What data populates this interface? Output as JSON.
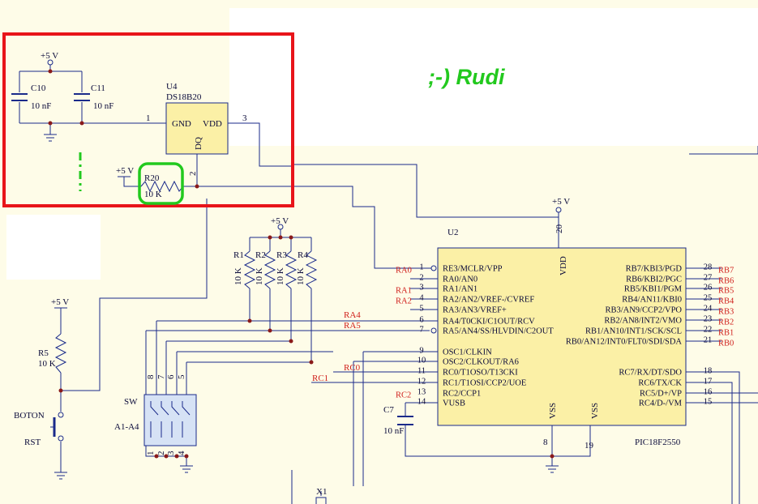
{
  "annotation": {
    "text": ";-) Rudi",
    "color": "#22c91e",
    "highlight_color": "#e8141a",
    "resistor_highlight_color": "#22c91e"
  },
  "colors": {
    "wire": "#1a2a8a",
    "net_label": "#d0201c",
    "chip_fill": "#fbf0a6",
    "background": "#fefce8"
  },
  "power": {
    "vcc_label": "+5 V"
  },
  "sensor": {
    "ref": "U4",
    "part": "DS18B20",
    "pins": {
      "gnd": "GND",
      "vdd": "VDD",
      "dq": "DQ",
      "pin1": "1",
      "pin2": "2",
      "pin3": "3"
    }
  },
  "capacitors": [
    {
      "ref": "C10",
      "value": "10 nF"
    },
    {
      "ref": "C11",
      "value": "10 nF"
    },
    {
      "ref": "C7",
      "value": "10 nF"
    }
  ],
  "r20": {
    "ref": "R20",
    "value": "10 K"
  },
  "r5": {
    "ref": "R5",
    "value": "10 K"
  },
  "pullups": [
    {
      "ref": "R1",
      "value": "10 K"
    },
    {
      "ref": "R2",
      "value": "10 K"
    },
    {
      "ref": "R3",
      "value": "10 K"
    },
    {
      "ref": "R4",
      "value": "10 K"
    }
  ],
  "switch_block": {
    "ref": "SW",
    "name": "A1-A4",
    "pins_top": [
      "8",
      "7",
      "6",
      "5"
    ],
    "pins_bottom": [
      "1",
      "2",
      "3",
      "4"
    ]
  },
  "button": {
    "label1": "BOTON",
    "label2": "RST"
  },
  "crystal": {
    "ref": "X1"
  },
  "mcu": {
    "ref": "U2",
    "part": "PIC18F2550",
    "vdd_label": "VDD",
    "vdd_pin": "20",
    "vss_label": "VSS",
    "vss_pins": [
      "8",
      "19"
    ],
    "left_pins": [
      {
        "num": "1",
        "name": "RE3/MCLR/VPP",
        "net": "RA0"
      },
      {
        "num": "2",
        "name": "RA0/AN0",
        "net": ""
      },
      {
        "num": "3",
        "name": "RA1/AN1",
        "net": "RA1"
      },
      {
        "num": "4",
        "name": "RA2/AN2/VREF-/CVREF",
        "net": "RA2"
      },
      {
        "num": "5",
        "name": "RA3/AN3/VREF+",
        "net": ""
      },
      {
        "num": "6",
        "name": "RA4/T0CKI/C1OUT/RCV",
        "net": "RA4"
      },
      {
        "num": "7",
        "name": "RA5/AN4/SS/HLVDIN/C2OUT",
        "net": "RA5"
      },
      {
        "num": "9",
        "name": "OSC1/CLKIN",
        "net": ""
      },
      {
        "num": "10",
        "name": "OSC2/CLKOUT/RA6",
        "net": ""
      },
      {
        "num": "11",
        "name": "RC0/T1OSO/T13CKI",
        "net": "RC0"
      },
      {
        "num": "12",
        "name": "RC1/T1OSI/CCP2/UOE",
        "net": "RC1"
      },
      {
        "num": "13",
        "name": "RC2/CCP1",
        "net": "RC2"
      },
      {
        "num": "14",
        "name": "VUSB",
        "net": ""
      }
    ],
    "right_pins": [
      {
        "num": "28",
        "name": "RB7/KBI3/PGD",
        "net": "RB7"
      },
      {
        "num": "27",
        "name": "RB6/KBI2/PGC",
        "net": "RB6"
      },
      {
        "num": "26",
        "name": "RB5/KBI1/PGM",
        "net": "RB5"
      },
      {
        "num": "25",
        "name": "RB4/AN11/KBI0",
        "net": "RB4"
      },
      {
        "num": "24",
        "name": "RB3/AN9/CCP2/VPO",
        "net": "RB3"
      },
      {
        "num": "23",
        "name": "RB2/AN8/INT2/VMO",
        "net": "RB2"
      },
      {
        "num": "22",
        "name": "RB1/AN10/INT1/SCK/SCL",
        "net": "RB1"
      },
      {
        "num": "21",
        "name": "RB0/AN12/INT0/FLT0/SDI/SDA",
        "net": "RB0"
      },
      {
        "num": "18",
        "name": "RC7/RX/DT/SDO",
        "net": ""
      },
      {
        "num": "17",
        "name": "RC6/TX/CK",
        "net": ""
      },
      {
        "num": "16",
        "name": "RC5/D+/VP",
        "net": ""
      },
      {
        "num": "15",
        "name": "RC4/D-/VM",
        "net": ""
      }
    ]
  }
}
